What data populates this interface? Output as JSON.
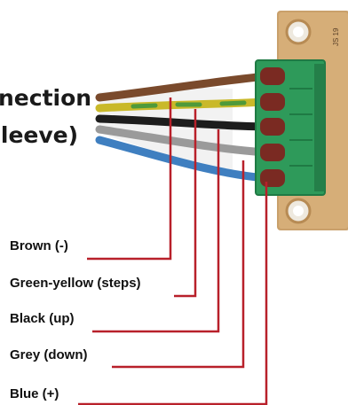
{
  "title": {
    "line1": "nection",
    "line2": "sleeve)"
  },
  "board_marking": "JS 19",
  "labels": [
    {
      "text": "Brown (-)",
      "wire_color": "#7a4a2c"
    },
    {
      "text": "Green-yellow (steps)",
      "wire_color": "#c9b92a"
    },
    {
      "text": "Black (up)",
      "wire_color": "#1d1d1d"
    },
    {
      "text": "Grey (down)",
      "wire_color": "#9a9a9a"
    },
    {
      "text": "Blue (+)",
      "wire_color": "#3f7fc0"
    }
  ],
  "colors": {
    "leader_line": "#b8202a",
    "terminal_block": "#2e9a5a",
    "pcb": "#c9a06b"
  }
}
